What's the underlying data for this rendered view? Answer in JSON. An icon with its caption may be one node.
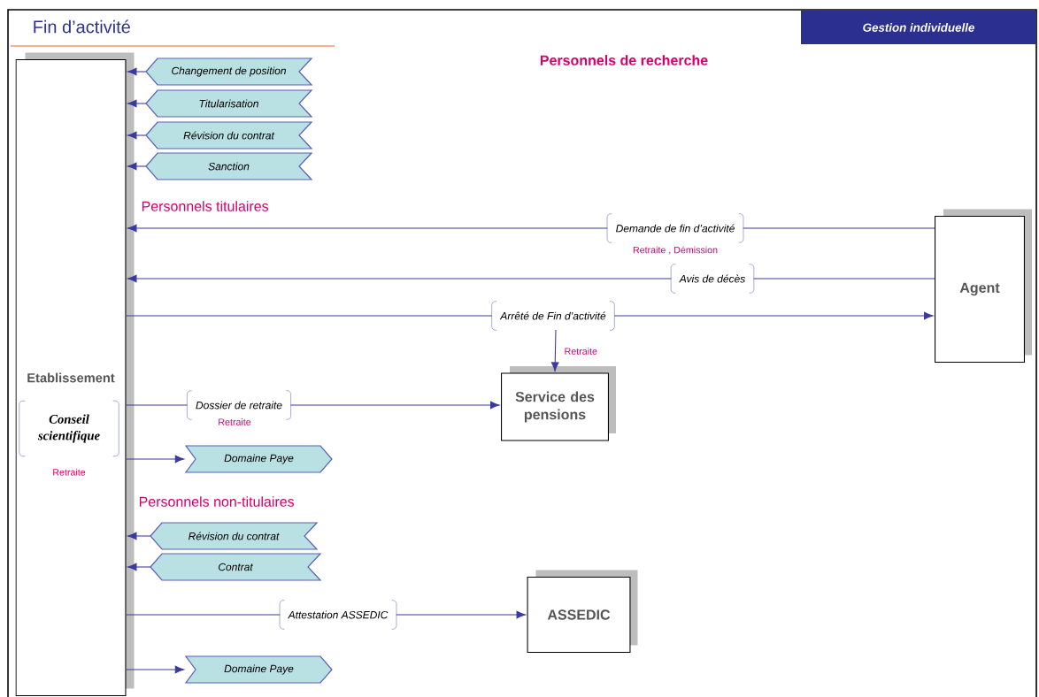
{
  "diagram": {
    "title": "Fin d’activité",
    "nodes": [
      {
        "text": [
          "Gestion individuelle"
        ]
      },
      {
        "text": [
          "Etablissement"
        ]
      },
      {
        "text": [
          "Conseil scientifique"
        ],
        "in": 1,
        "beside": [
          "Retraite"
        ]
      },
      {
        "text": [
          "Changement de position"
        ]
      },
      {
        "text": [
          "Titularisation"
        ]
      },
      {
        "text": [
          "Révision du contrat"
        ]
      },
      {
        "text": [
          "Sanction"
        ]
      },
      {
        "text": [
          "Agent"
        ]
      },
      {
        "text": [
          "Service des pensions"
        ]
      },
      {
        "text": [
          "Domaine Paye"
        ]
      },
      {
        "text": [
          "Révision du contrat"
        ]
      },
      {
        "text": [
          "Contrat"
        ]
      },
      {
        "text": [
          "ASSEDIC"
        ]
      },
      {
        "text": [
          "Domaine Paye"
        ]
      }
    ],
    "edges": [
      {
        "from": 3,
        "to": 1,
        "arrow": "to"
      },
      {
        "from": 4,
        "to": 1,
        "arrow": "to"
      },
      {
        "from": 5,
        "to": 1,
        "arrow": "to"
      },
      {
        "from": 6,
        "to": 1,
        "arrow": "to"
      },
      {
        "from": 7,
        "to": 1,
        "arrow": "to",
        "label": "Demande de fin d’activité"
      },
      {
        "from": 7,
        "to": 1,
        "arrow": "to",
        "label": "Avis de décès"
      },
      {
        "from": 1,
        "to": 7,
        "arrow": "to",
        "label": "Arrêté de Fin d’activité"
      },
      {
        "from": null,
        "to": 8,
        "arrow": "to"
      },
      {
        "from": 1,
        "to": 8,
        "arrow": "to",
        "label": "Dossier de retraite"
      },
      {
        "from": 1,
        "to": 9,
        "arrow": "to"
      },
      {
        "from": 10,
        "to": 1,
        "arrow": "to"
      },
      {
        "from": 11,
        "to": 1,
        "arrow": "to"
      },
      {
        "from": 1,
        "to": 12,
        "arrow": "to",
        "label": "Attestation ASSEDIC"
      },
      {
        "from": 1,
        "to": 13,
        "arrow": "to"
      }
    ],
    "labels": [
      "Personnels de recherche",
      "Personnels titulaires",
      "Retraite , Démission",
      "Retraite",
      "Retraite",
      "Personnels non-titulaires"
    ]
  }
}
